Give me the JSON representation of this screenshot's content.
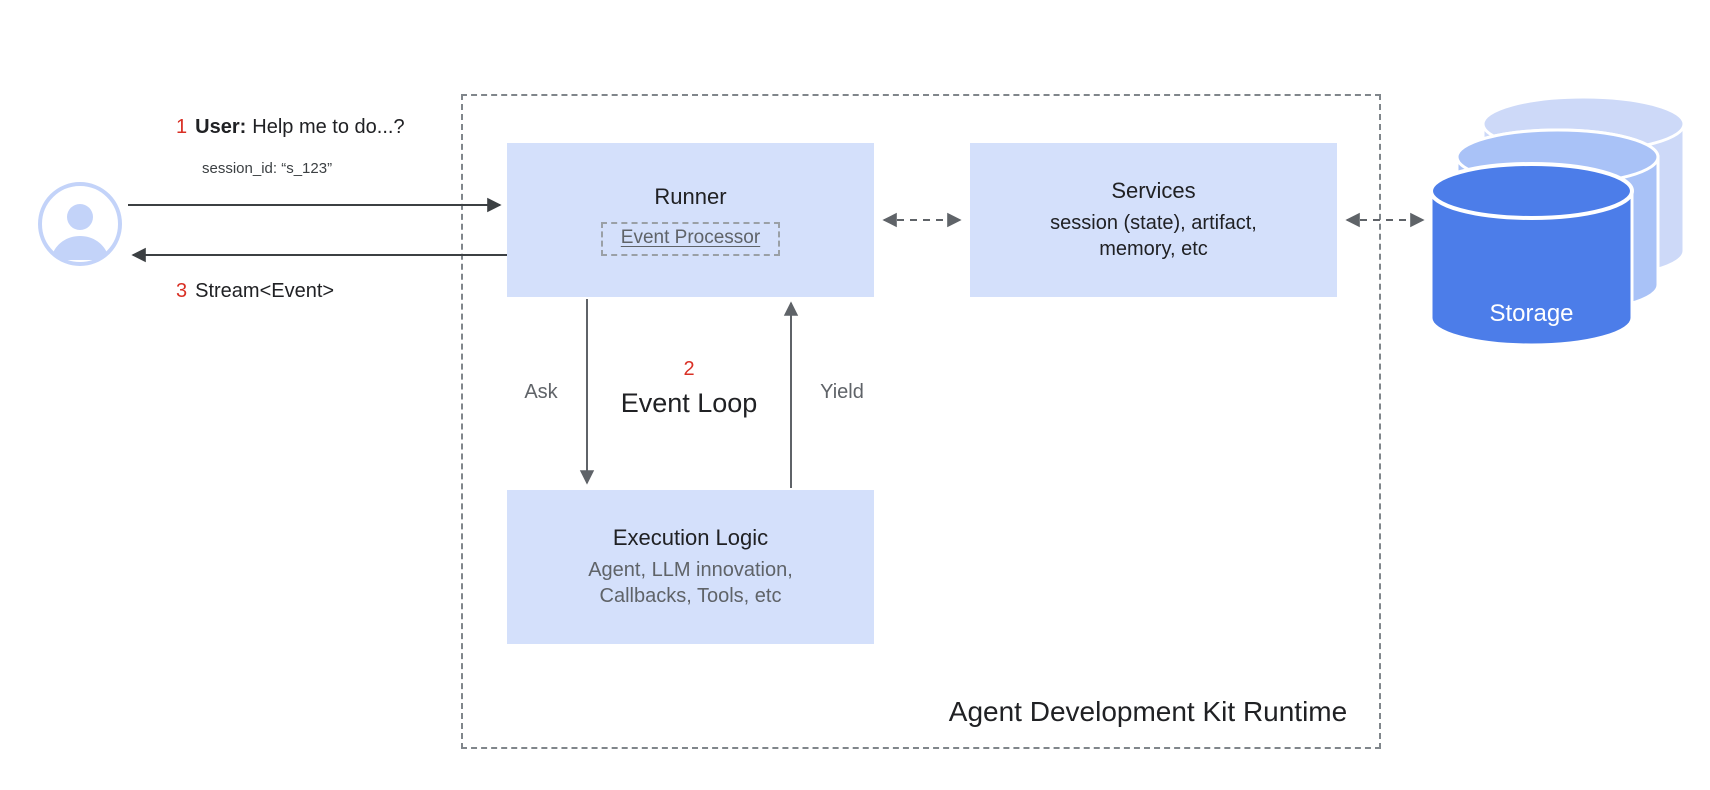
{
  "title": "Agent Development Kit Runtime Diagram",
  "colors": {
    "panel_fill": "#d4e0fb",
    "accent_red": "#d93025",
    "text_dark": "#202124",
    "text_gray": "#5f6368",
    "arrow_dark": "#3c4043",
    "arrow_gray": "#5f6368",
    "dashed_border": "#80868b",
    "storage_front": "#4c7de9",
    "storage_mid": "#a9c2f7",
    "storage_back": "#cdd9f8"
  },
  "left_flow": {
    "step1_number": "1",
    "step1_bold": "User:",
    "step1_text": "Help me to do...?",
    "session_id": "session_id: “s_123”",
    "step3_number": "3",
    "step3_text": "Stream<Event>"
  },
  "runner": {
    "title": "Runner",
    "event_processor_label": "Event Processor"
  },
  "services": {
    "title": "Services",
    "line1": "session (state), artifact,",
    "line2": "memory, etc"
  },
  "storage": {
    "label": "Storage"
  },
  "event_loop": {
    "number": "2",
    "title": "Event Loop",
    "ask_label": "Ask",
    "yield_label": "Yield"
  },
  "execution_logic": {
    "title": "Execution Logic",
    "line1": "Agent, LLM innovation,",
    "line2": "Callbacks, Tools, etc"
  },
  "runtime_boundary_label": "Agent Development Kit Runtime",
  "icons": {
    "user": "user-avatar-icon",
    "storage": "database-cylinder-icon"
  }
}
